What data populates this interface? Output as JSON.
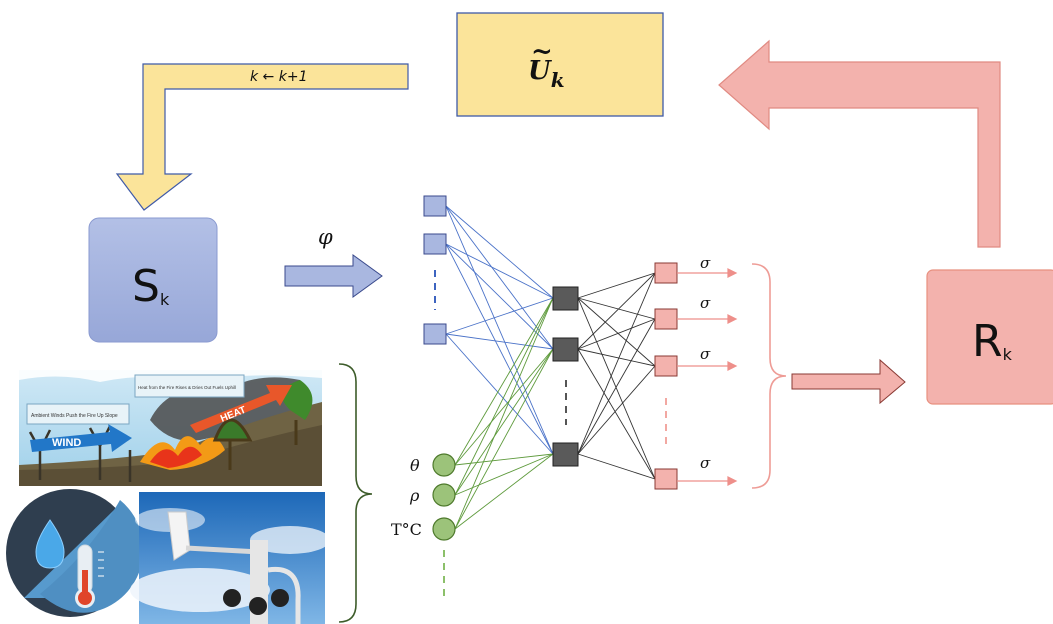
{
  "update_box": {
    "label_main": "U",
    "label_sub": "k",
    "accent": "~"
  },
  "loop_label": "k ← k+1",
  "state_box": {
    "label_main": "S",
    "label_sub": "k"
  },
  "reward_box": {
    "label_main": "R",
    "label_sub": "k"
  },
  "phi_label": "φ",
  "sigma_label": "σ",
  "inputs": {
    "theta": "θ",
    "rho": "ρ",
    "temp": "T°C"
  },
  "fire_panel": {
    "wind_text": "WIND",
    "heat_text": "HEAT",
    "callout_left": "Ambient Winds Push the Fire Up Slope",
    "callout_right": "Heat from the Fire Rises & Dries Out Fuels Uphill"
  },
  "colors": {
    "yellow_fill": "#fbe49a",
    "yellow_stroke": "#3f5aa8",
    "blue_fill": "#a9b7e0",
    "blue_stroke": "#3a4a8c",
    "pink_fill": "#f3b2ad",
    "pink_stroke": "#e08a82",
    "hidden_fill": "#5a5a5a",
    "green_fill": "#9cc37a",
    "green_stroke": "#4e7a2c",
    "blue_line": "#4a72c8",
    "green_line": "#5e9a3c",
    "black_line": "#333333",
    "pink_line": "#ee8f8a"
  }
}
